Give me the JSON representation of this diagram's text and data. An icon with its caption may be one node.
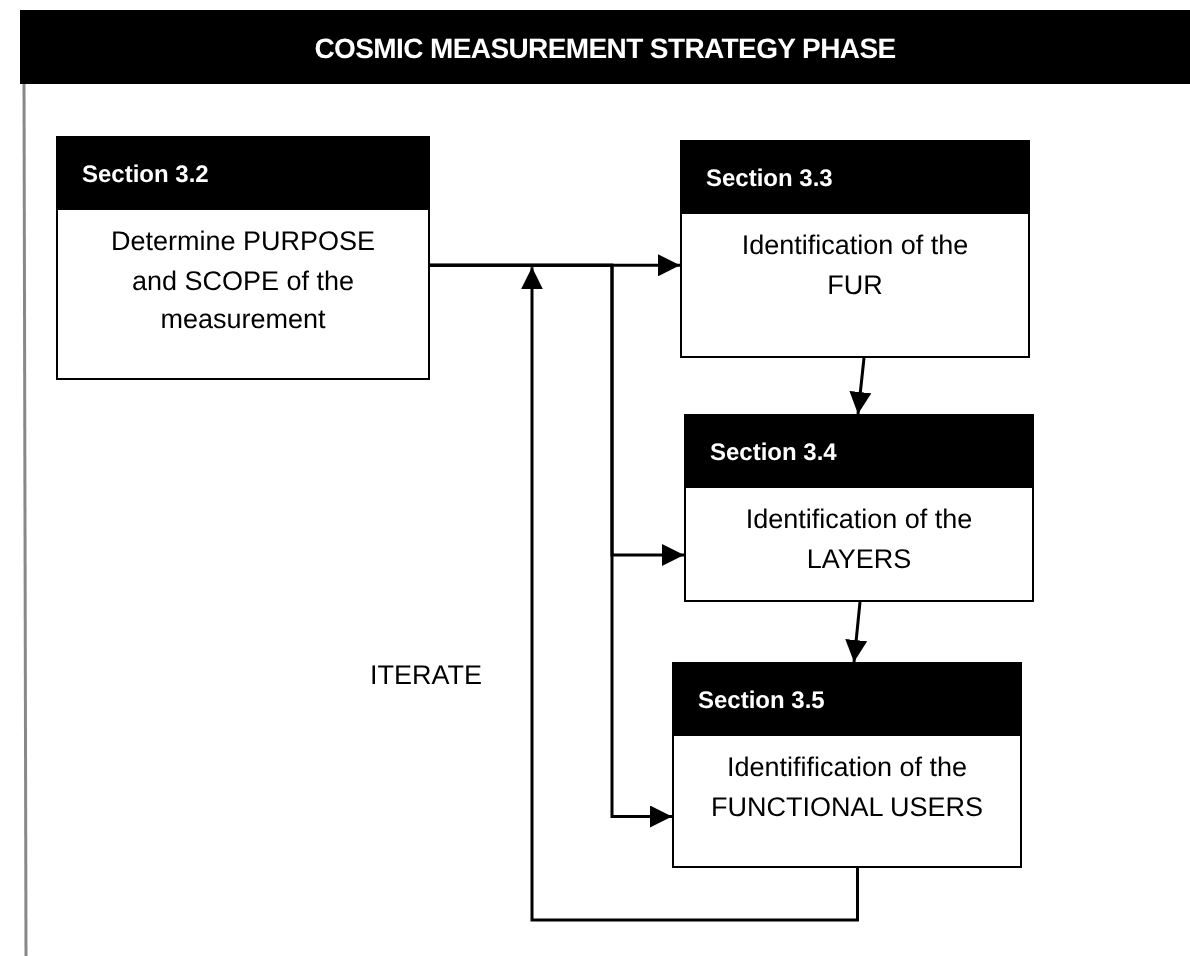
{
  "diagram": {
    "title": "COSMIC MEASUREMENT STRATEGY PHASE",
    "nodes": [
      {
        "text": [
          "Section 3.2",
          "Determine PURPOSE and SCOPE of the measurement"
        ]
      },
      {
        "text": [
          "Section 3.3",
          "Identification of the FUR"
        ]
      },
      {
        "text": [
          "Section 3.4",
          "Identification of the LAYERS"
        ]
      },
      {
        "text": [
          "Section 3.5",
          "Identifification of the FUNCTIONAL USERS"
        ]
      }
    ],
    "edges": [
      {
        "from": 0,
        "to": 1,
        "arrow": "to"
      },
      {
        "from": 0,
        "to": 2,
        "arrow": "to"
      },
      {
        "from": 0,
        "to": 3,
        "arrow": "to"
      },
      {
        "from": 1,
        "to": 2,
        "arrow": "to"
      },
      {
        "from": 2,
        "to": 3,
        "arrow": "to"
      },
      {
        "from": 3,
        "to": null,
        "arrow": "to",
        "label": "ITERATE"
      }
    ]
  }
}
